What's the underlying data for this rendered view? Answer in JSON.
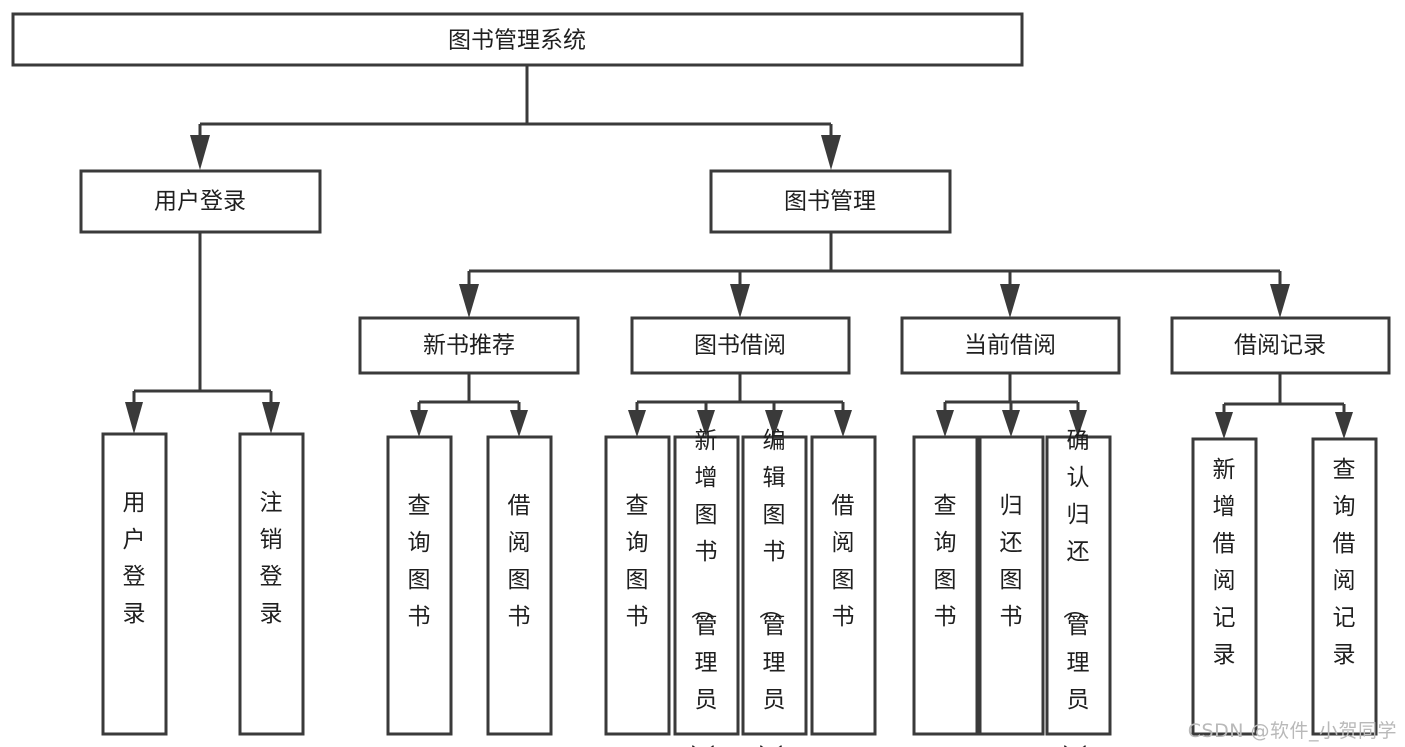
{
  "diagram": {
    "type": "tree-hierarchy-chart",
    "title": "图书管理系统",
    "background_color": "#ffffff",
    "box_stroke_color": "#3a3a3a",
    "text_color": "#1f1f1f",
    "root": {
      "id": "root",
      "label": "图书管理系统"
    },
    "level2": [
      {
        "id": "user-login",
        "label": "用户登录"
      },
      {
        "id": "book-management",
        "label": "图书管理"
      }
    ],
    "level3": [
      {
        "id": "new-book-recommend",
        "label": "新书推荐",
        "parent": "book-management"
      },
      {
        "id": "book-borrow",
        "label": "图书借阅",
        "parent": "book-management"
      },
      {
        "id": "current-borrow",
        "label": "当前借阅",
        "parent": "book-management"
      },
      {
        "id": "borrow-record",
        "label": "借阅记录",
        "parent": "book-management"
      }
    ],
    "leaves": {
      "user-login": [
        {
          "id": "leaf-user-login",
          "label": "用户登录"
        },
        {
          "id": "leaf-user-logout",
          "label": "注销登录"
        }
      ],
      "new-book-recommend": [
        {
          "id": "leaf-query-book-1",
          "label": "查询图书"
        },
        {
          "id": "leaf-borrow-book-1",
          "label": "借阅图书"
        }
      ],
      "book-borrow": [
        {
          "id": "leaf-query-book-2",
          "label": "查询图书"
        },
        {
          "id": "leaf-add-book",
          "label": "新增图书（管理员）"
        },
        {
          "id": "leaf-edit-book",
          "label": "编辑图书（管理员）"
        },
        {
          "id": "leaf-borrow-book-2",
          "label": "借阅图书"
        }
      ],
      "current-borrow": [
        {
          "id": "leaf-query-book-3",
          "label": "查询图书"
        },
        {
          "id": "leaf-return-book",
          "label": "归还图书"
        },
        {
          "id": "leaf-confirm-return",
          "label": "确认归还（管理员）"
        }
      ],
      "borrow-record": [
        {
          "id": "leaf-add-record",
          "label": "新增借阅记录"
        },
        {
          "id": "leaf-query-record",
          "label": "查询借阅记录"
        }
      ]
    }
  },
  "watermark": {
    "text": "CSDN @软件_小贺同学"
  }
}
